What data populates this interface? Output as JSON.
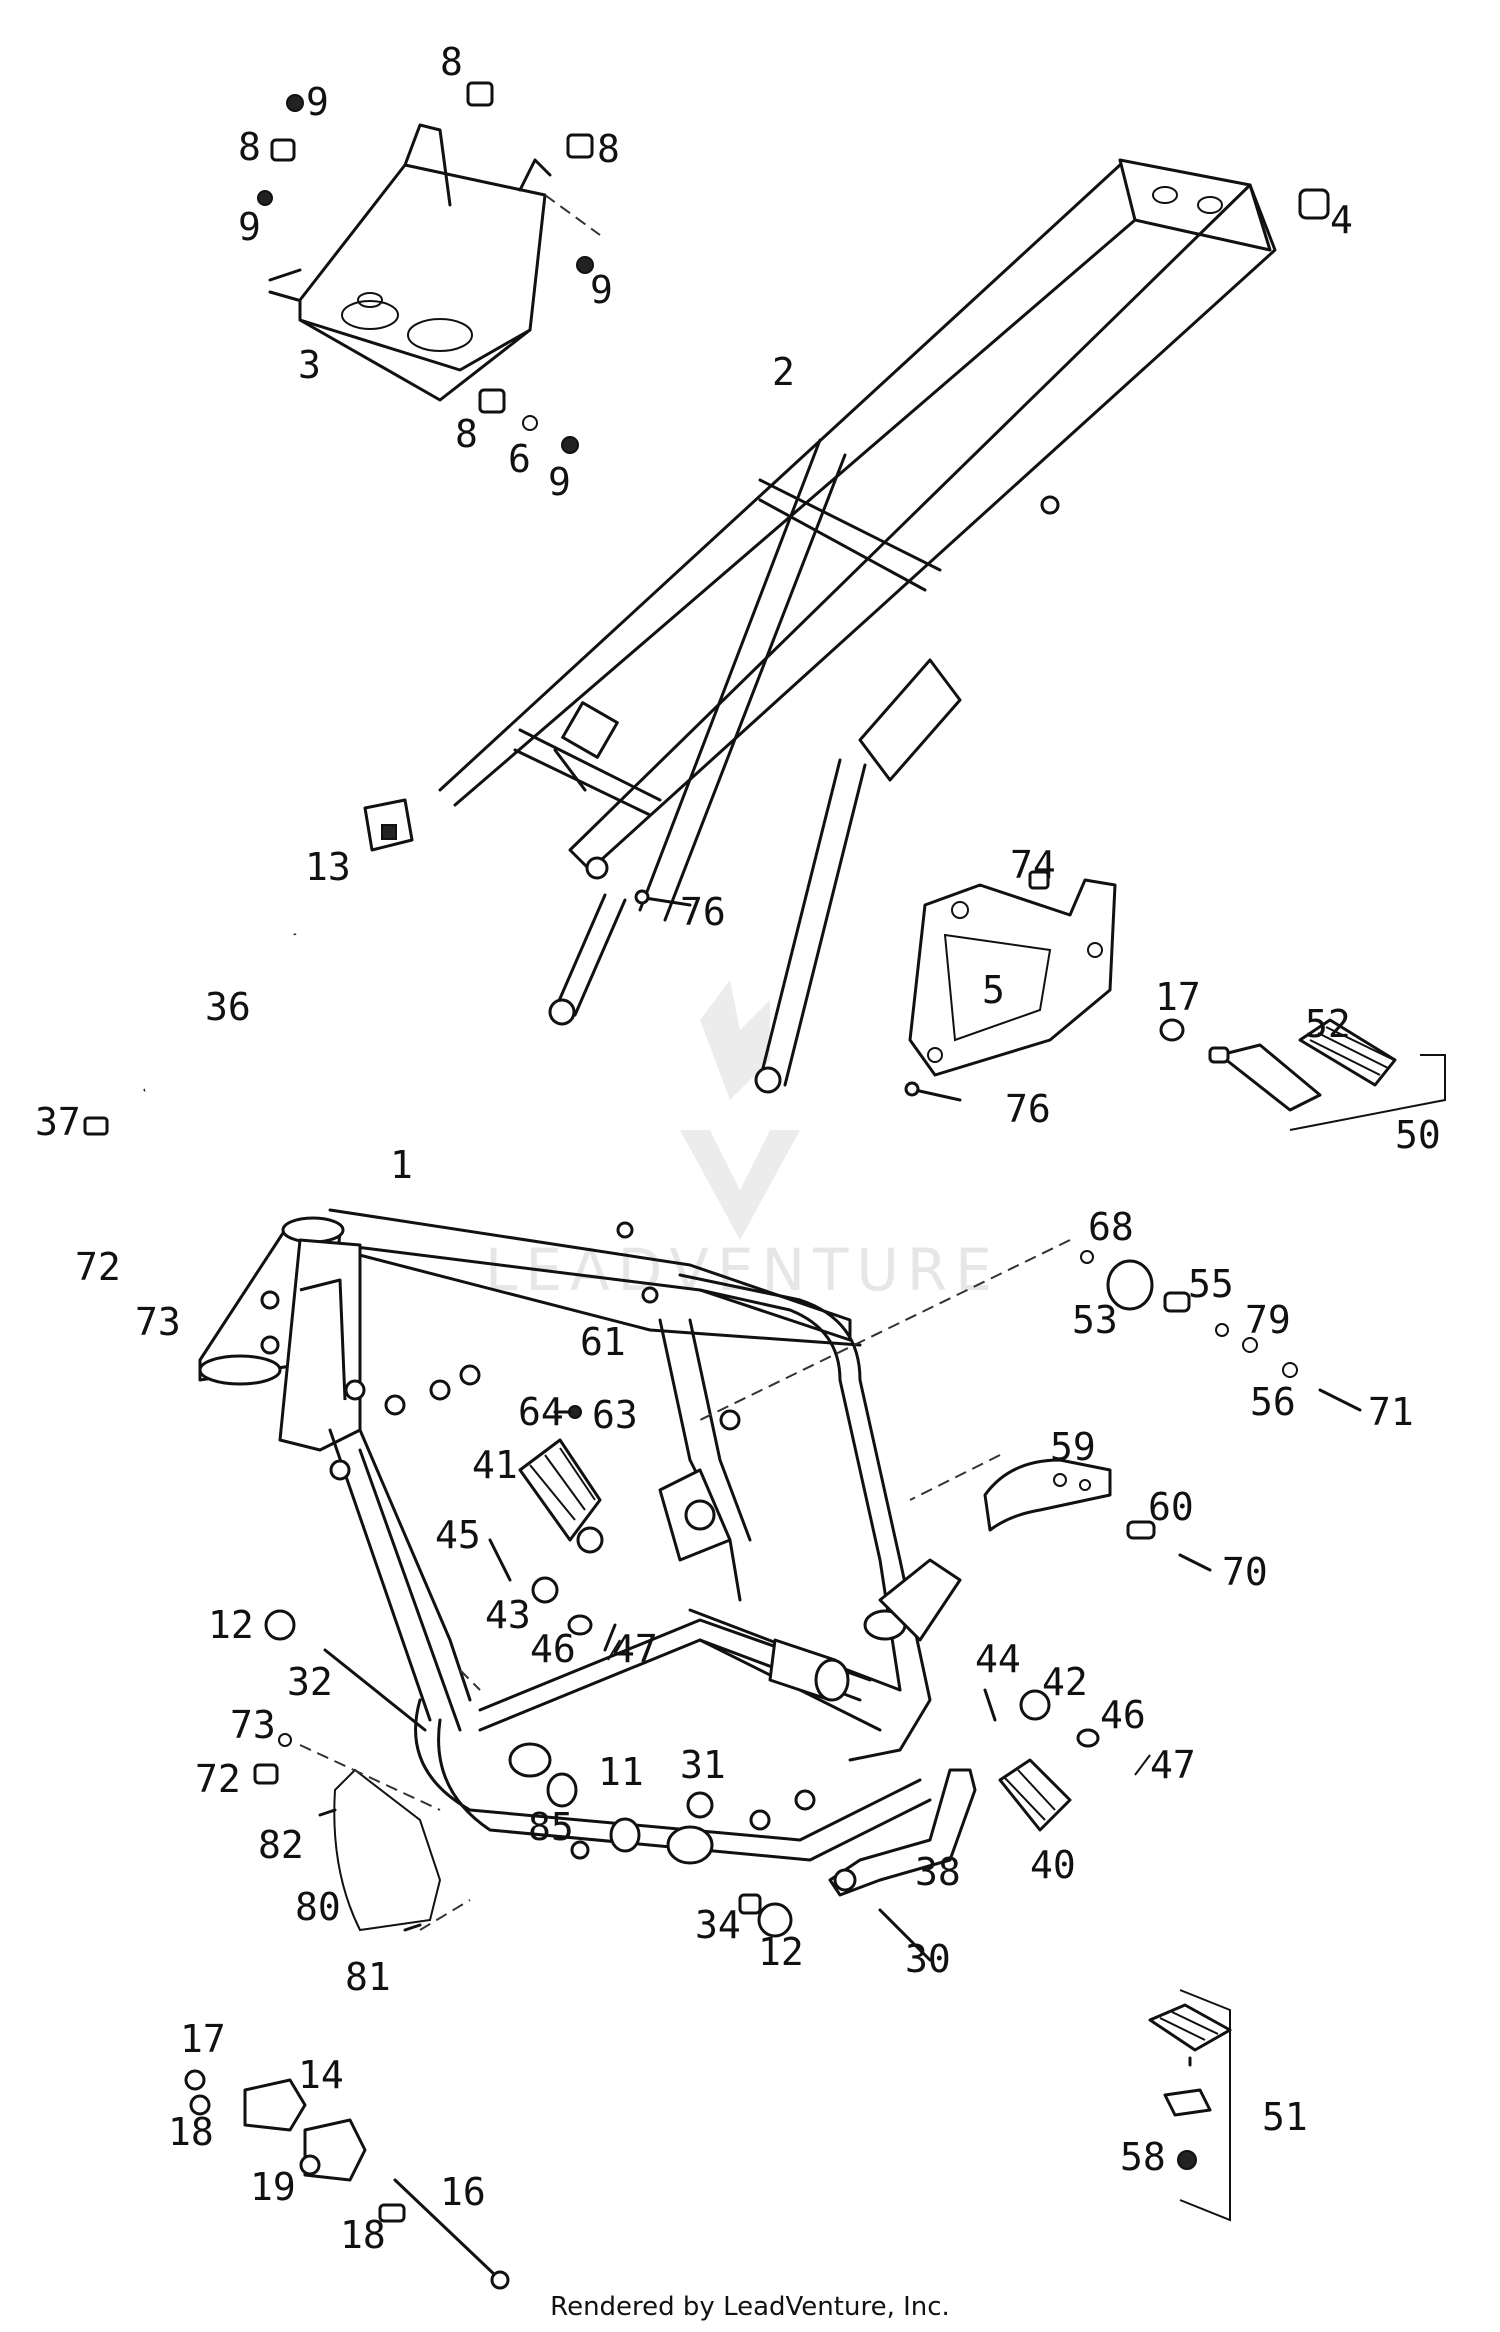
{
  "watermark": {
    "text": "LEADVENTURE"
  },
  "footer": {
    "credit": "Rendered by LeadVenture, Inc."
  },
  "labels": [
    {
      "id": "l8a",
      "text": "8"
    },
    {
      "id": "l9a",
      "text": "9"
    },
    {
      "id": "l8b",
      "text": "8"
    },
    {
      "id": "l8c",
      "text": "8"
    },
    {
      "id": "l9b",
      "text": "9"
    },
    {
      "id": "l9c",
      "text": "9"
    },
    {
      "id": "l3",
      "text": "3"
    },
    {
      "id": "l8d",
      "text": "8"
    },
    {
      "id": "l6",
      "text": "6"
    },
    {
      "id": "l9d",
      "text": "9"
    },
    {
      "id": "l4",
      "text": "4"
    },
    {
      "id": "l2",
      "text": "2"
    },
    {
      "id": "l13",
      "text": "13"
    },
    {
      "id": "l76a",
      "text": "76"
    },
    {
      "id": "l74",
      "text": "74"
    },
    {
      "id": "l5",
      "text": "5"
    },
    {
      "id": "l17a",
      "text": "17"
    },
    {
      "id": "l52",
      "text": "52"
    },
    {
      "id": "l36",
      "text": "36"
    },
    {
      "id": "l37",
      "text": "37"
    },
    {
      "id": "l76b",
      "text": "76"
    },
    {
      "id": "l50",
      "text": "50"
    },
    {
      "id": "l1",
      "text": "1"
    },
    {
      "id": "l68",
      "text": "68"
    },
    {
      "id": "l72a",
      "text": "72"
    },
    {
      "id": "l73a",
      "text": "73"
    },
    {
      "id": "l55",
      "text": "55"
    },
    {
      "id": "l53",
      "text": "53"
    },
    {
      "id": "l79",
      "text": "79"
    },
    {
      "id": "l61",
      "text": "61"
    },
    {
      "id": "l56",
      "text": "56"
    },
    {
      "id": "l71",
      "text": "71"
    },
    {
      "id": "l64",
      "text": "64"
    },
    {
      "id": "l63",
      "text": "63"
    },
    {
      "id": "l59",
      "text": "59"
    },
    {
      "id": "l41",
      "text": "41"
    },
    {
      "id": "l60",
      "text": "60"
    },
    {
      "id": "l45",
      "text": "45"
    },
    {
      "id": "l70",
      "text": "70"
    },
    {
      "id": "l43",
      "text": "43"
    },
    {
      "id": "l12a",
      "text": "12"
    },
    {
      "id": "l46a",
      "text": "46"
    },
    {
      "id": "l47a",
      "text": "47"
    },
    {
      "id": "l44",
      "text": "44"
    },
    {
      "id": "l42",
      "text": "42"
    },
    {
      "id": "l32",
      "text": "32"
    },
    {
      "id": "l46b",
      "text": "46"
    },
    {
      "id": "l73b",
      "text": "73"
    },
    {
      "id": "l47b",
      "text": "47"
    },
    {
      "id": "l72b",
      "text": "72"
    },
    {
      "id": "l11",
      "text": "11"
    },
    {
      "id": "l31",
      "text": "31"
    },
    {
      "id": "l82",
      "text": "82"
    },
    {
      "id": "l85",
      "text": "85"
    },
    {
      "id": "l40",
      "text": "40"
    },
    {
      "id": "l38",
      "text": "38"
    },
    {
      "id": "l80",
      "text": "80"
    },
    {
      "id": "l34",
      "text": "34"
    },
    {
      "id": "l12b",
      "text": "12"
    },
    {
      "id": "l30",
      "text": "30"
    },
    {
      "id": "l81",
      "text": "81"
    },
    {
      "id": "l17b",
      "text": "17"
    },
    {
      "id": "l14",
      "text": "14"
    },
    {
      "id": "l51",
      "text": "51"
    },
    {
      "id": "l18a",
      "text": "18"
    },
    {
      "id": "l19",
      "text": "19"
    },
    {
      "id": "l16",
      "text": "16"
    },
    {
      "id": "l58",
      "text": "58"
    },
    {
      "id": "l18b",
      "text": "18"
    }
  ]
}
